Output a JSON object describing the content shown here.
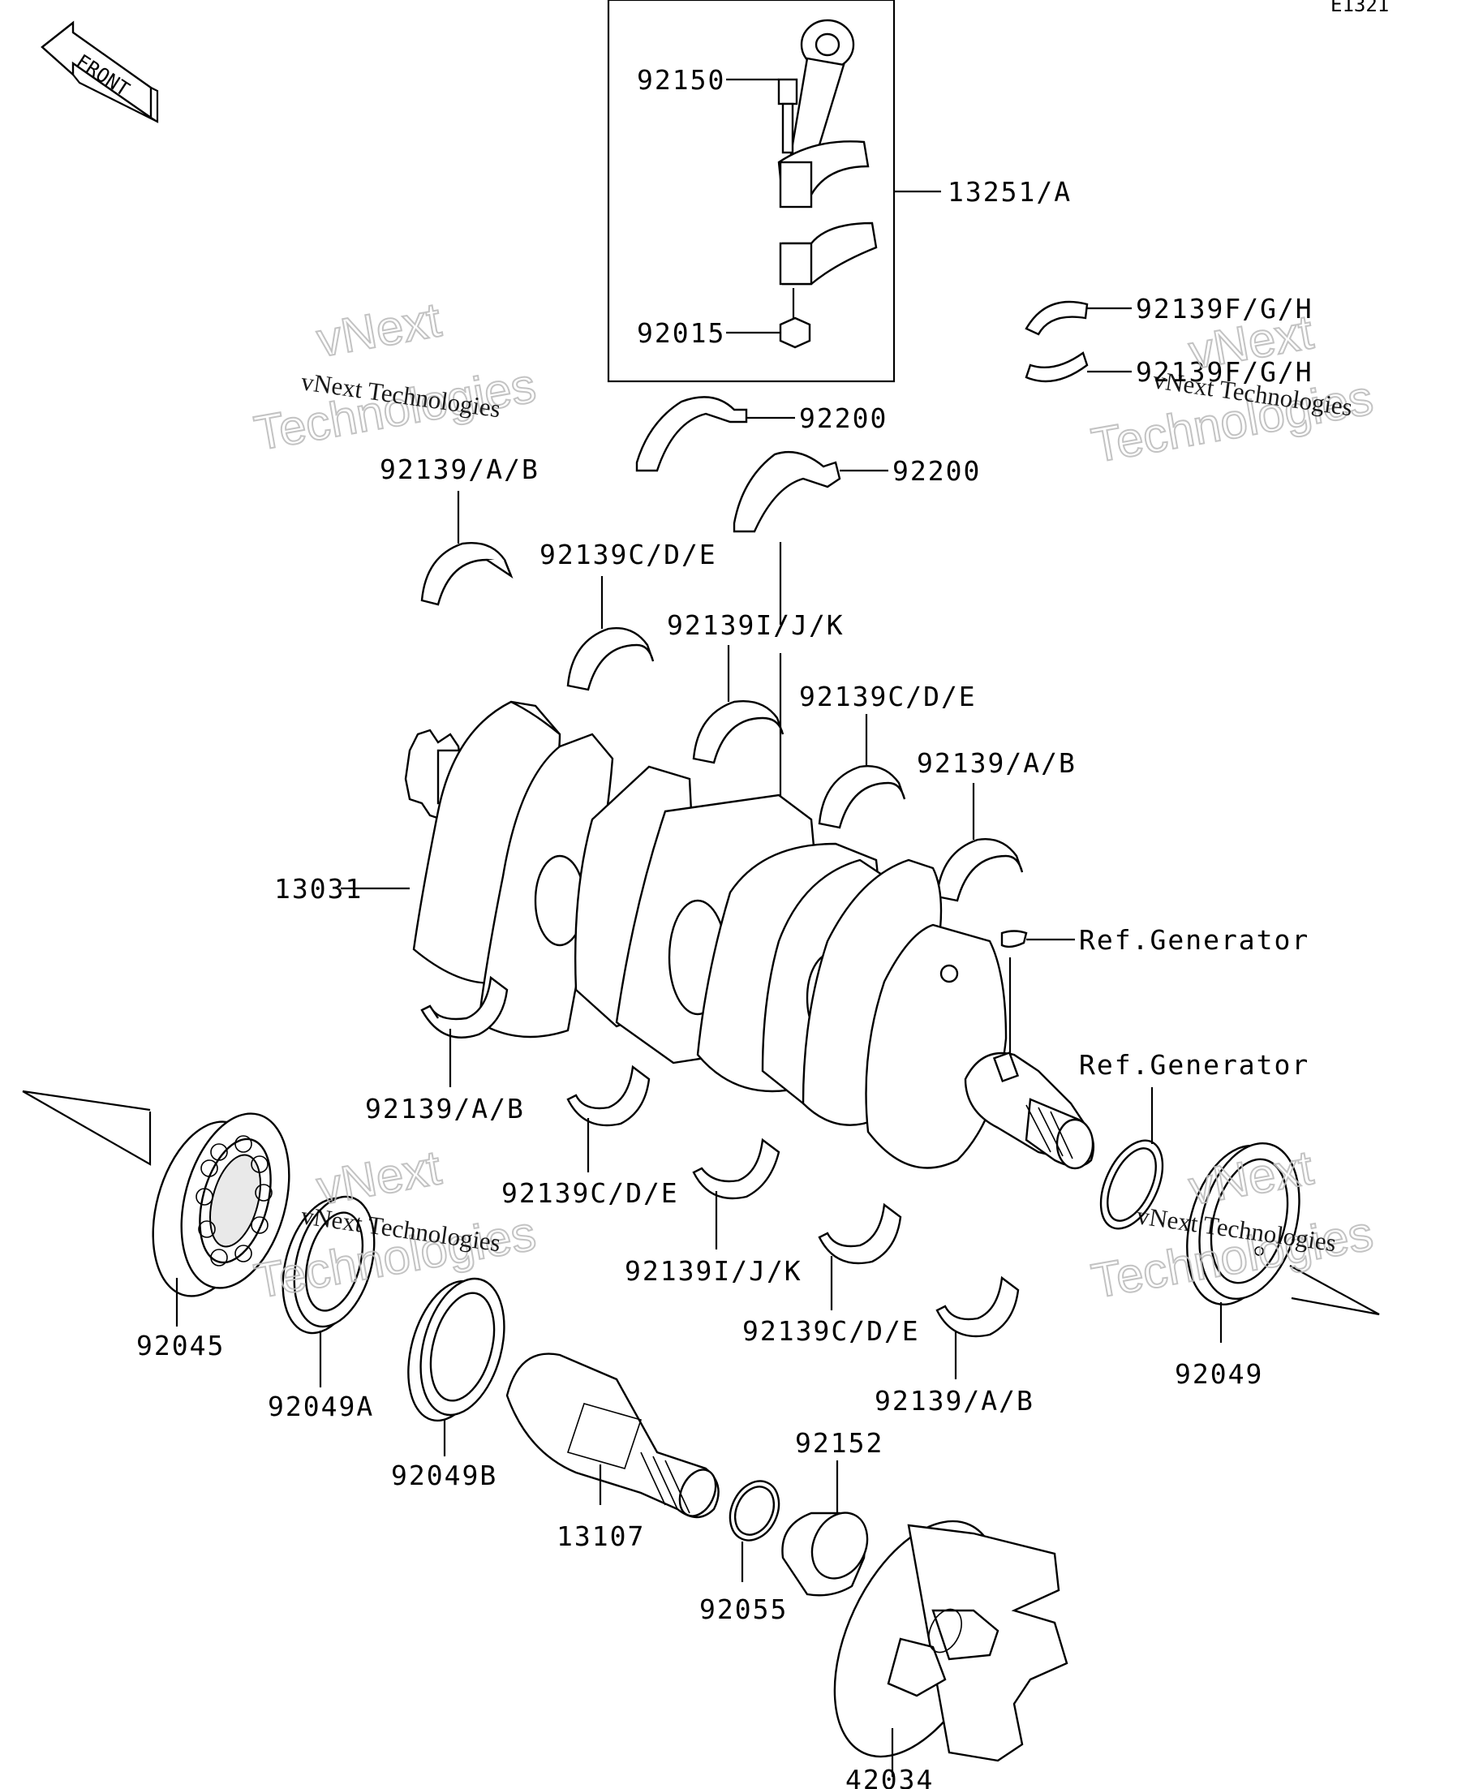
{
  "diagram": {
    "page_code": "E1321",
    "front_label": "FRONT",
    "watermark_line1": "vNext",
    "watermark_line2": "Technologies",
    "watermark_caption": "vNext Technologies",
    "callouts": {
      "n92150": "92150",
      "n13251a": "13251/A",
      "n92015": "92015",
      "n92139fgh_1": "92139F/G/H",
      "n92139fgh_2": "92139F/G/H",
      "n92200_1": "92200",
      "n92200_2": "92200",
      "n92139ab_top": "92139/A/B",
      "n92139cde_1": "92139C/D/E",
      "n92139ijk_top": "92139I/J/K",
      "n92139cde_2": "92139C/D/E",
      "n92139ab_right": "92139/A/B",
      "n13031": "13031",
      "ref_gen_1": "Ref.Generator",
      "ref_gen_2": "Ref.Generator",
      "n92139ab_lower": "92139/A/B",
      "n92139cde_3": "92139C/D/E",
      "n92139ijk_lower": "92139I/J/K",
      "n92139cde_4": "92139C/D/E",
      "n92139ab_bottom": "92139/A/B",
      "n92045": "92045",
      "n92049a": "92049A",
      "n92049b": "92049B",
      "n13107": "13107",
      "n92152": "92152",
      "n92055": "92055",
      "n92049": "92049",
      "n42034": "42034"
    }
  }
}
